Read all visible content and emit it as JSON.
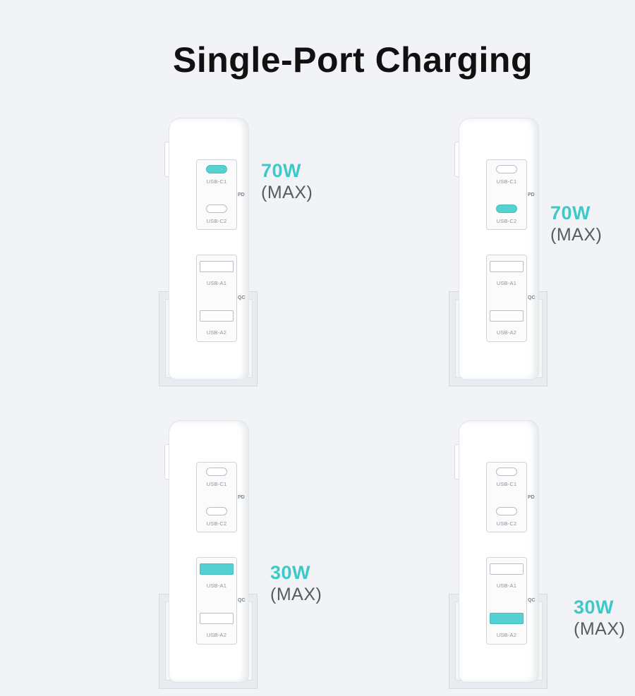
{
  "title": "Single-Port Charging",
  "colors": {
    "active_port": "#55d1d1",
    "watt_text": "#3ec8c8"
  },
  "panels": [
    {
      "power": "70W",
      "max": "(MAX)",
      "active_port": "USB-C1",
      "ports": {
        "c1": "USB-C1",
        "c2": "USB-C2",
        "a1": "USB-A1",
        "a2": "USB-A2"
      },
      "pd": "PD",
      "qc": "QC"
    },
    {
      "power": "70W",
      "max": "(MAX)",
      "active_port": "USB-C2",
      "ports": {
        "c1": "USB-C1",
        "c2": "USB-C2",
        "a1": "USB-A1",
        "a2": "USB-A2"
      },
      "pd": "PD",
      "qc": "QC"
    },
    {
      "power": "30W",
      "max": "(MAX)",
      "active_port": "USB-A1",
      "ports": {
        "c1": "USB-C1",
        "c2": "USB-C2",
        "a1": "USB-A1",
        "a2": "USB-A2"
      },
      "pd": "PD",
      "qc": "QC"
    },
    {
      "power": "30W",
      "max": "(MAX)",
      "active_port": "USB-A2",
      "ports": {
        "c1": "USB-C1",
        "c2": "USB-C2",
        "a1": "USB-A1",
        "a2": "USB-A2"
      },
      "pd": "PD",
      "qc": "QC"
    }
  ]
}
